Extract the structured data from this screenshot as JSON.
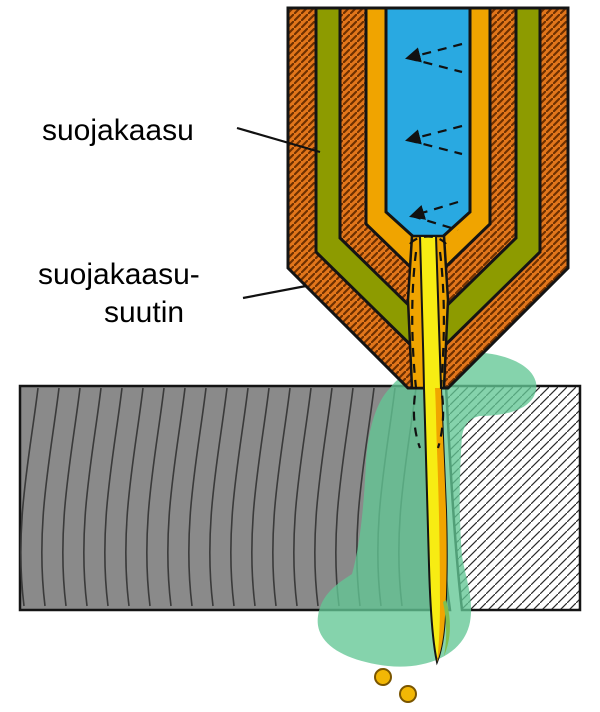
{
  "diagram": {
    "labels": {
      "shielding_gas": "suojakaasu",
      "nozzle_line1": "suojakaasu-",
      "nozzle_line2": "suutin"
    },
    "colors": {
      "copper": "#E2761B",
      "copper_hatch": "#6E3000",
      "olive": "#8D9B00",
      "amber": "#F0A400",
      "blue": "#29A9E1",
      "beam_yellow": "#F7EC13",
      "beam_orange": "#F0A500",
      "plate_gray": "#8A8A8A",
      "gas_green": "#63C795",
      "drip_green": "#7FBF4F",
      "droplet_orange": "#F2B705"
    }
  }
}
